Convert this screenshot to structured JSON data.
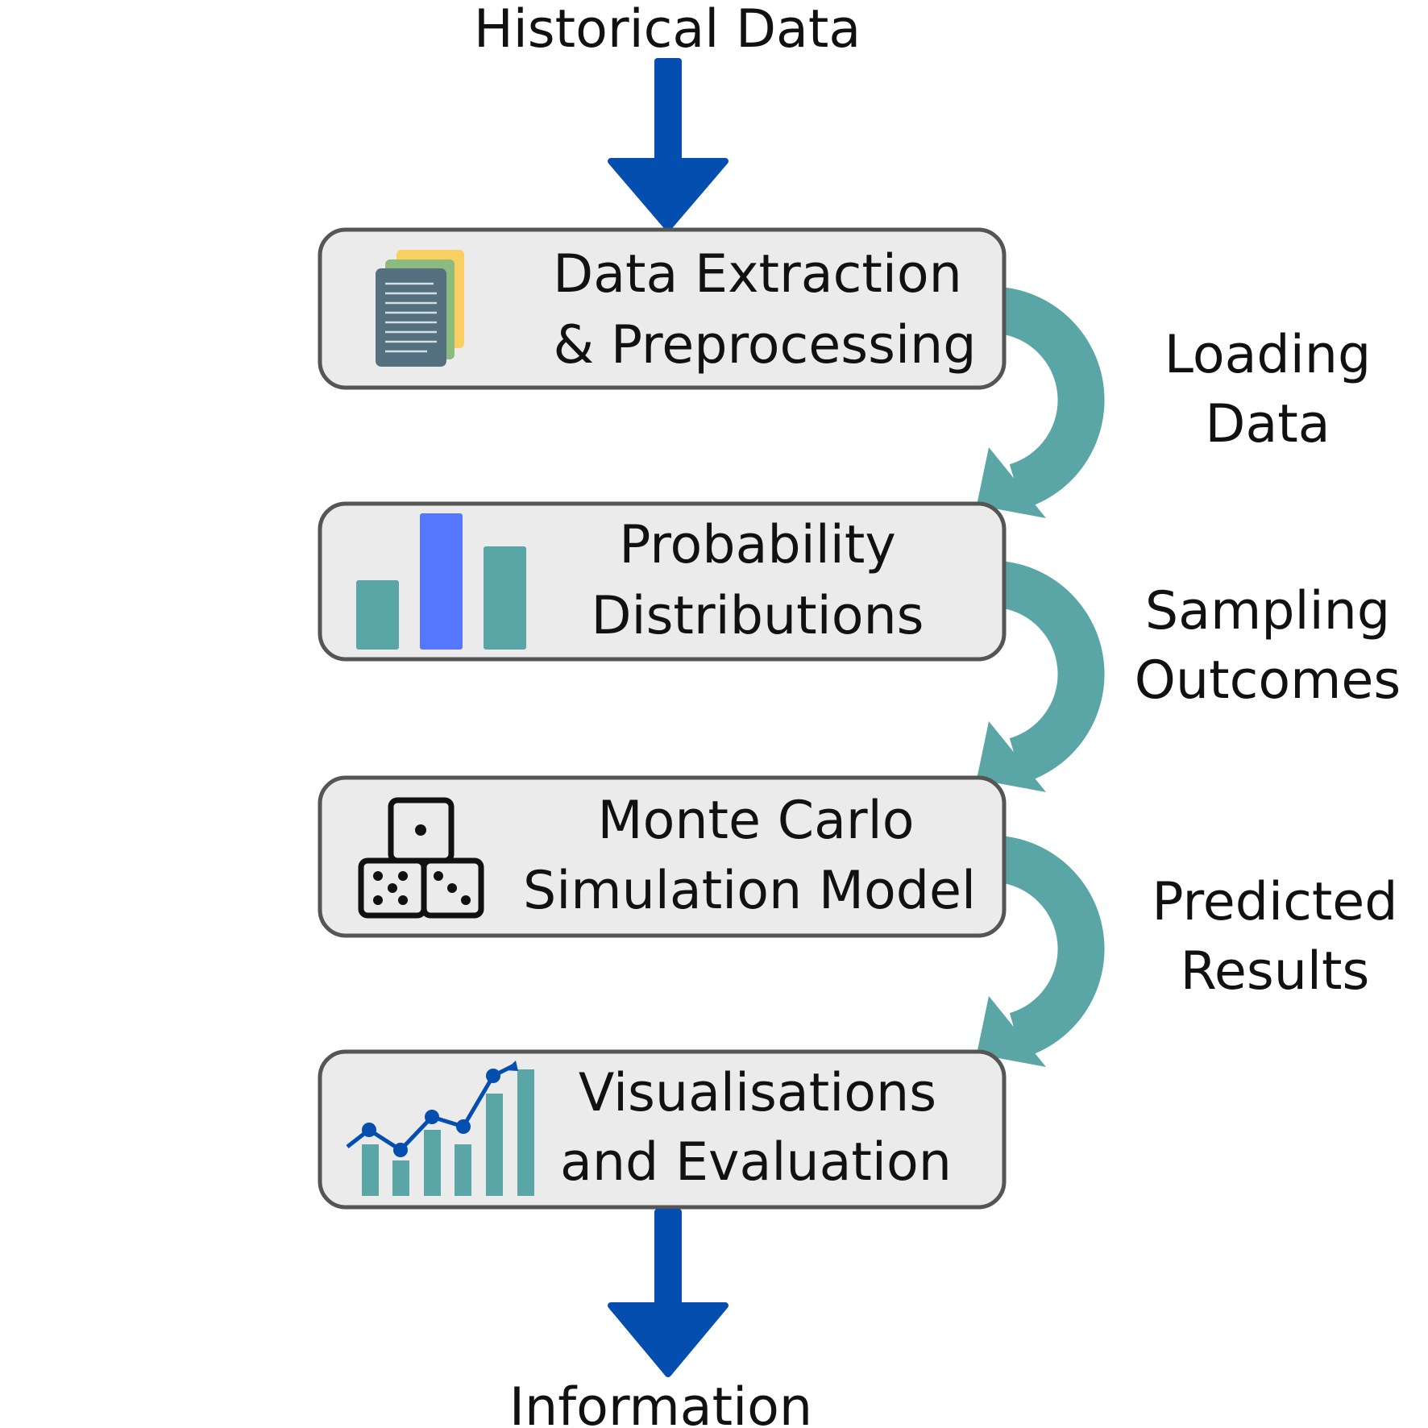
{
  "input_label": "Historical Data",
  "output_label": "Information",
  "colors": {
    "flow_arrow": "#034EAE",
    "curved_arrow": "#5AA6A6",
    "box_fill": "#EBEBEB",
    "box_border": "#555555",
    "bar_teal": "#5AA6A6",
    "bar_blue": "#5677FF"
  },
  "steps": [
    {
      "line1": "Data Extraction",
      "line2": "& Preprocessing",
      "icon": "documents-icon"
    },
    {
      "line1": "Probability",
      "line2": "Distributions",
      "icon": "bar-chart-icon"
    },
    {
      "line1": "Monte Carlo",
      "line2": "Simulation Model",
      "icon": "dice-icon"
    },
    {
      "line1": "Visualisations",
      "line2": "and Evaluation",
      "icon": "growth-chart-icon"
    }
  ],
  "transitions": [
    {
      "line1": "Loading",
      "line2": "Data"
    },
    {
      "line1": "Sampling",
      "line2": "Outcomes"
    },
    {
      "line1": "Predicted",
      "line2": "Results"
    }
  ]
}
